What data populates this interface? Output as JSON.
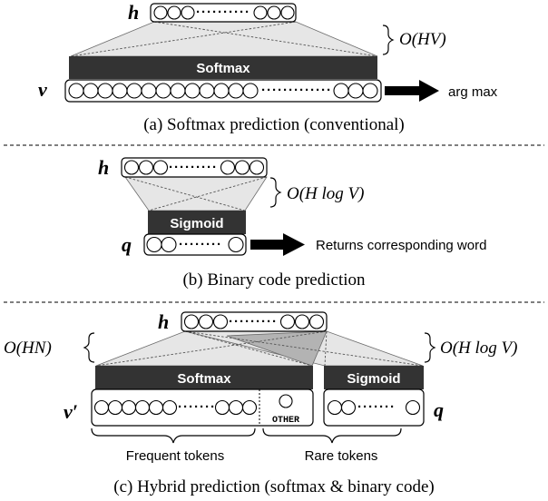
{
  "panel_a": {
    "h_label": "h",
    "v_label": "v",
    "bar_label": "Softmax",
    "complexity": "O(HV)",
    "output_label": "arg max",
    "caption": "(a) Softmax prediction (conventional)"
  },
  "panel_b": {
    "h_label": "h",
    "q_label": "q",
    "bar_label": "Sigmoid",
    "complexity": "O(H log V)",
    "output_label": "Returns corresponding word",
    "caption": "(b) Binary code prediction"
  },
  "panel_c": {
    "h_label": "h",
    "v_label": "v′",
    "q_label": "q",
    "softmax_label": "Softmax",
    "sigmoid_label": "Sigmoid",
    "complexity_left": "O(HN)",
    "complexity_right": "O(H log V)",
    "other_label": "OTHER",
    "frequent_label": "Frequent tokens",
    "rare_label": "Rare tokens",
    "caption": "(c) Hybrid prediction (softmax & binary code)"
  }
}
